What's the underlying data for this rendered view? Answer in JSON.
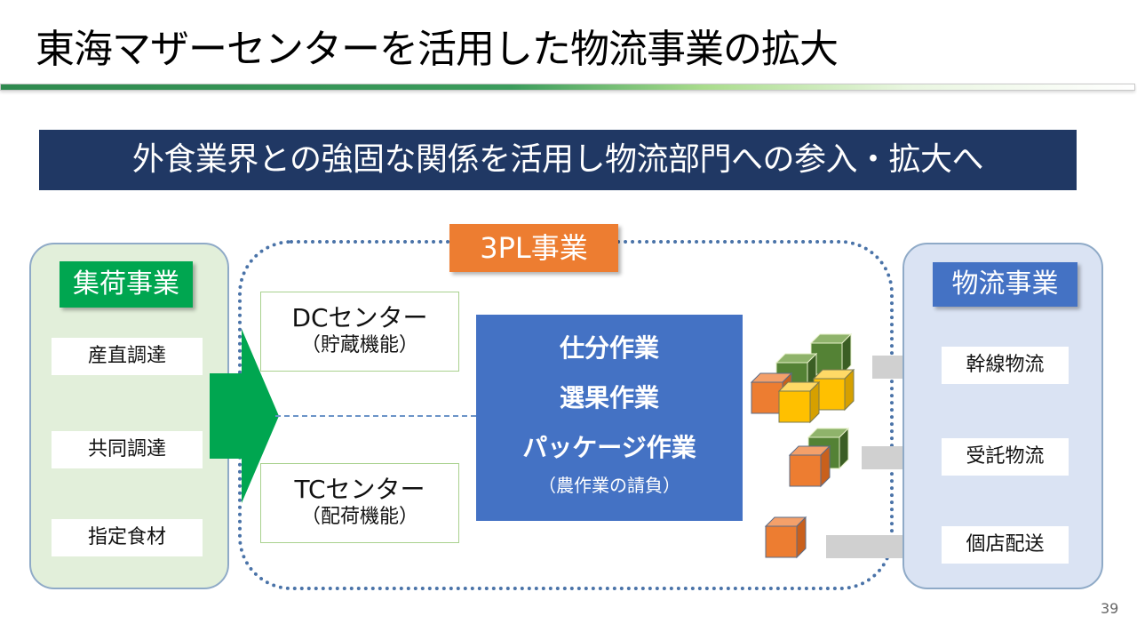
{
  "slide": {
    "title": "東海マザーセンターを活用した物流事業の拡大",
    "banner": "外食業界との強固な関係を活用し物流部門への参入・拡大へ",
    "page_number": "39"
  },
  "left_panel": {
    "label": "集荷事業",
    "items": [
      "産直調達",
      "共同調達",
      "指定食材"
    ]
  },
  "center": {
    "label": "3PL事業",
    "dc_center": {
      "main": "DCセンター",
      "sub": "（貯蔵機能）"
    },
    "tc_center": {
      "main": "TCセンター",
      "sub": "（配荷機能）"
    },
    "work": {
      "items": [
        "仕分作業",
        "選果作業",
        "パッケージ作業"
      ],
      "note": "（農作業の請負）"
    }
  },
  "right_panel": {
    "label": "物流事業",
    "items": [
      "幹線物流",
      "受託物流",
      "個店配送"
    ]
  },
  "colors": {
    "banner": "#203864",
    "green_tag": "#00a650",
    "orange_tag": "#ed7d31",
    "blue_tag": "#4472c4",
    "left_panel_bg": "#e2efda",
    "right_panel_bg": "#dae3f3",
    "cube_orange": "#ed7d31",
    "cube_yellow": "#ffc000",
    "cube_green": "#548235"
  }
}
